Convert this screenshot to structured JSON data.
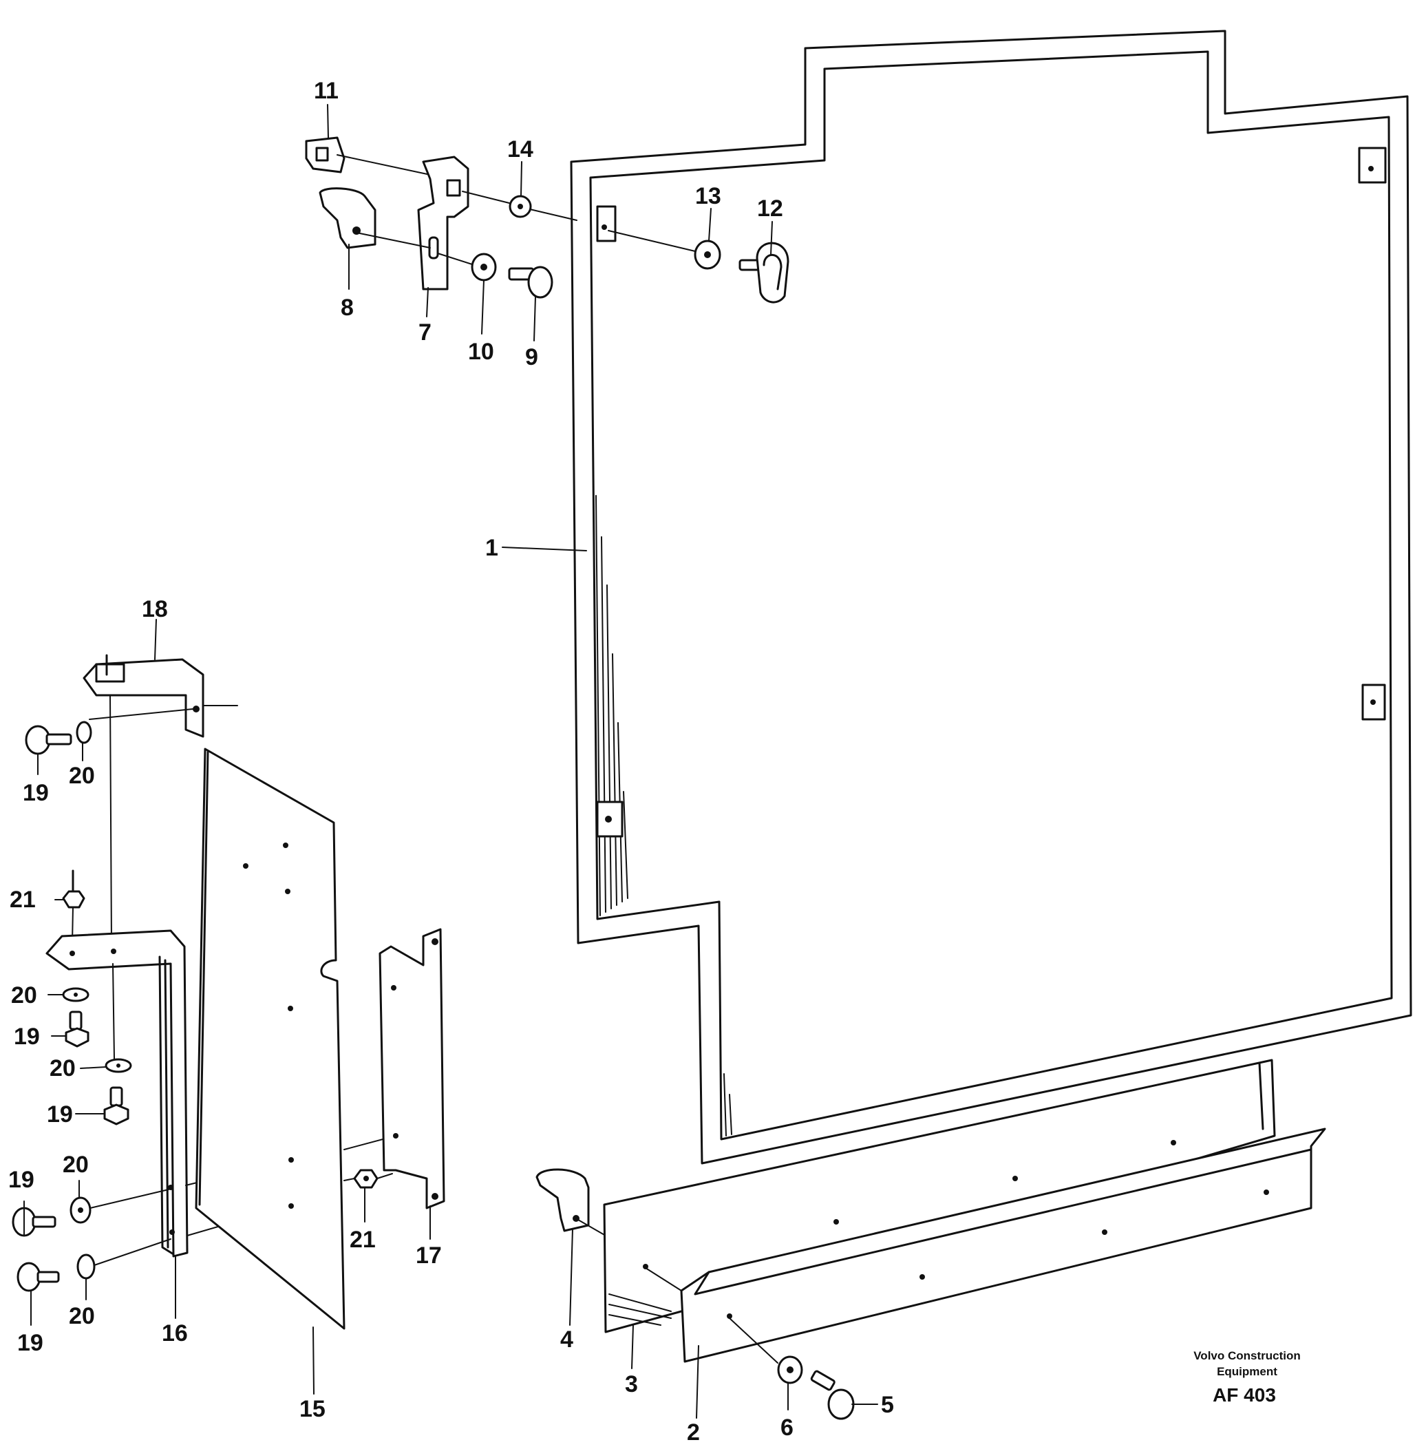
{
  "callouts": {
    "c1": "1",
    "c2": "2",
    "c3": "3",
    "c4": "4",
    "c5": "5",
    "c6": "6",
    "c7": "7",
    "c8": "8",
    "c9": "9",
    "c10": "10",
    "c11": "11",
    "c12": "12",
    "c13": "13",
    "c14": "14",
    "c15": "15",
    "c16": "16",
    "c17": "17",
    "c18": "18",
    "c19": "19",
    "c20": "20",
    "c21": "21"
  },
  "footer": {
    "brand_line1": "Volvo Construction",
    "brand_line2": "Equipment",
    "drawing_code": "AF 403"
  }
}
